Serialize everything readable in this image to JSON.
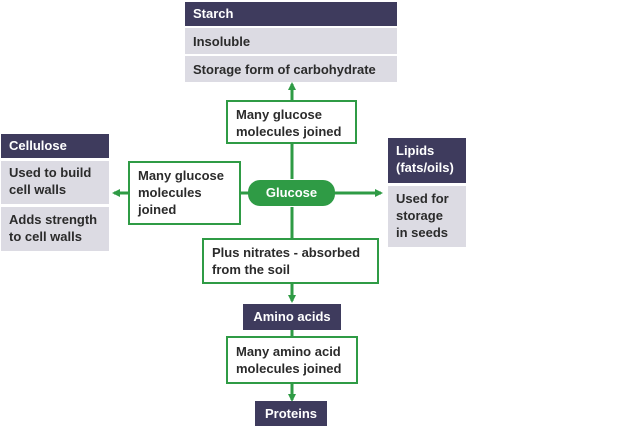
{
  "starch": {
    "title": "Starch",
    "properties": [
      "Insoluble",
      "Storage form of carbohydrate"
    ]
  },
  "cellulose": {
    "title": "Cellulose",
    "properties": [
      "Used to build cell walls",
      "Adds strength to cell walls"
    ]
  },
  "lipids": {
    "title": "Lipids (fats/oils)",
    "properties": [
      "Used for storage in seeds"
    ]
  },
  "center": {
    "label": "Glucose"
  },
  "links": {
    "to_starch": "Many glucose molecules joined",
    "to_cellulose": "Many glucose molecules joined",
    "to_amino_acids": "Plus nitrates - absorbed from the soil",
    "to_proteins": "Many amino acid molecules joined"
  },
  "amino_acids": {
    "title": "Amino acids"
  },
  "proteins": {
    "title": "Proteins"
  },
  "colors": {
    "green": "#2f9b45",
    "dark_box": "#3e3b5d",
    "grey_box": "#dcdbe3"
  }
}
